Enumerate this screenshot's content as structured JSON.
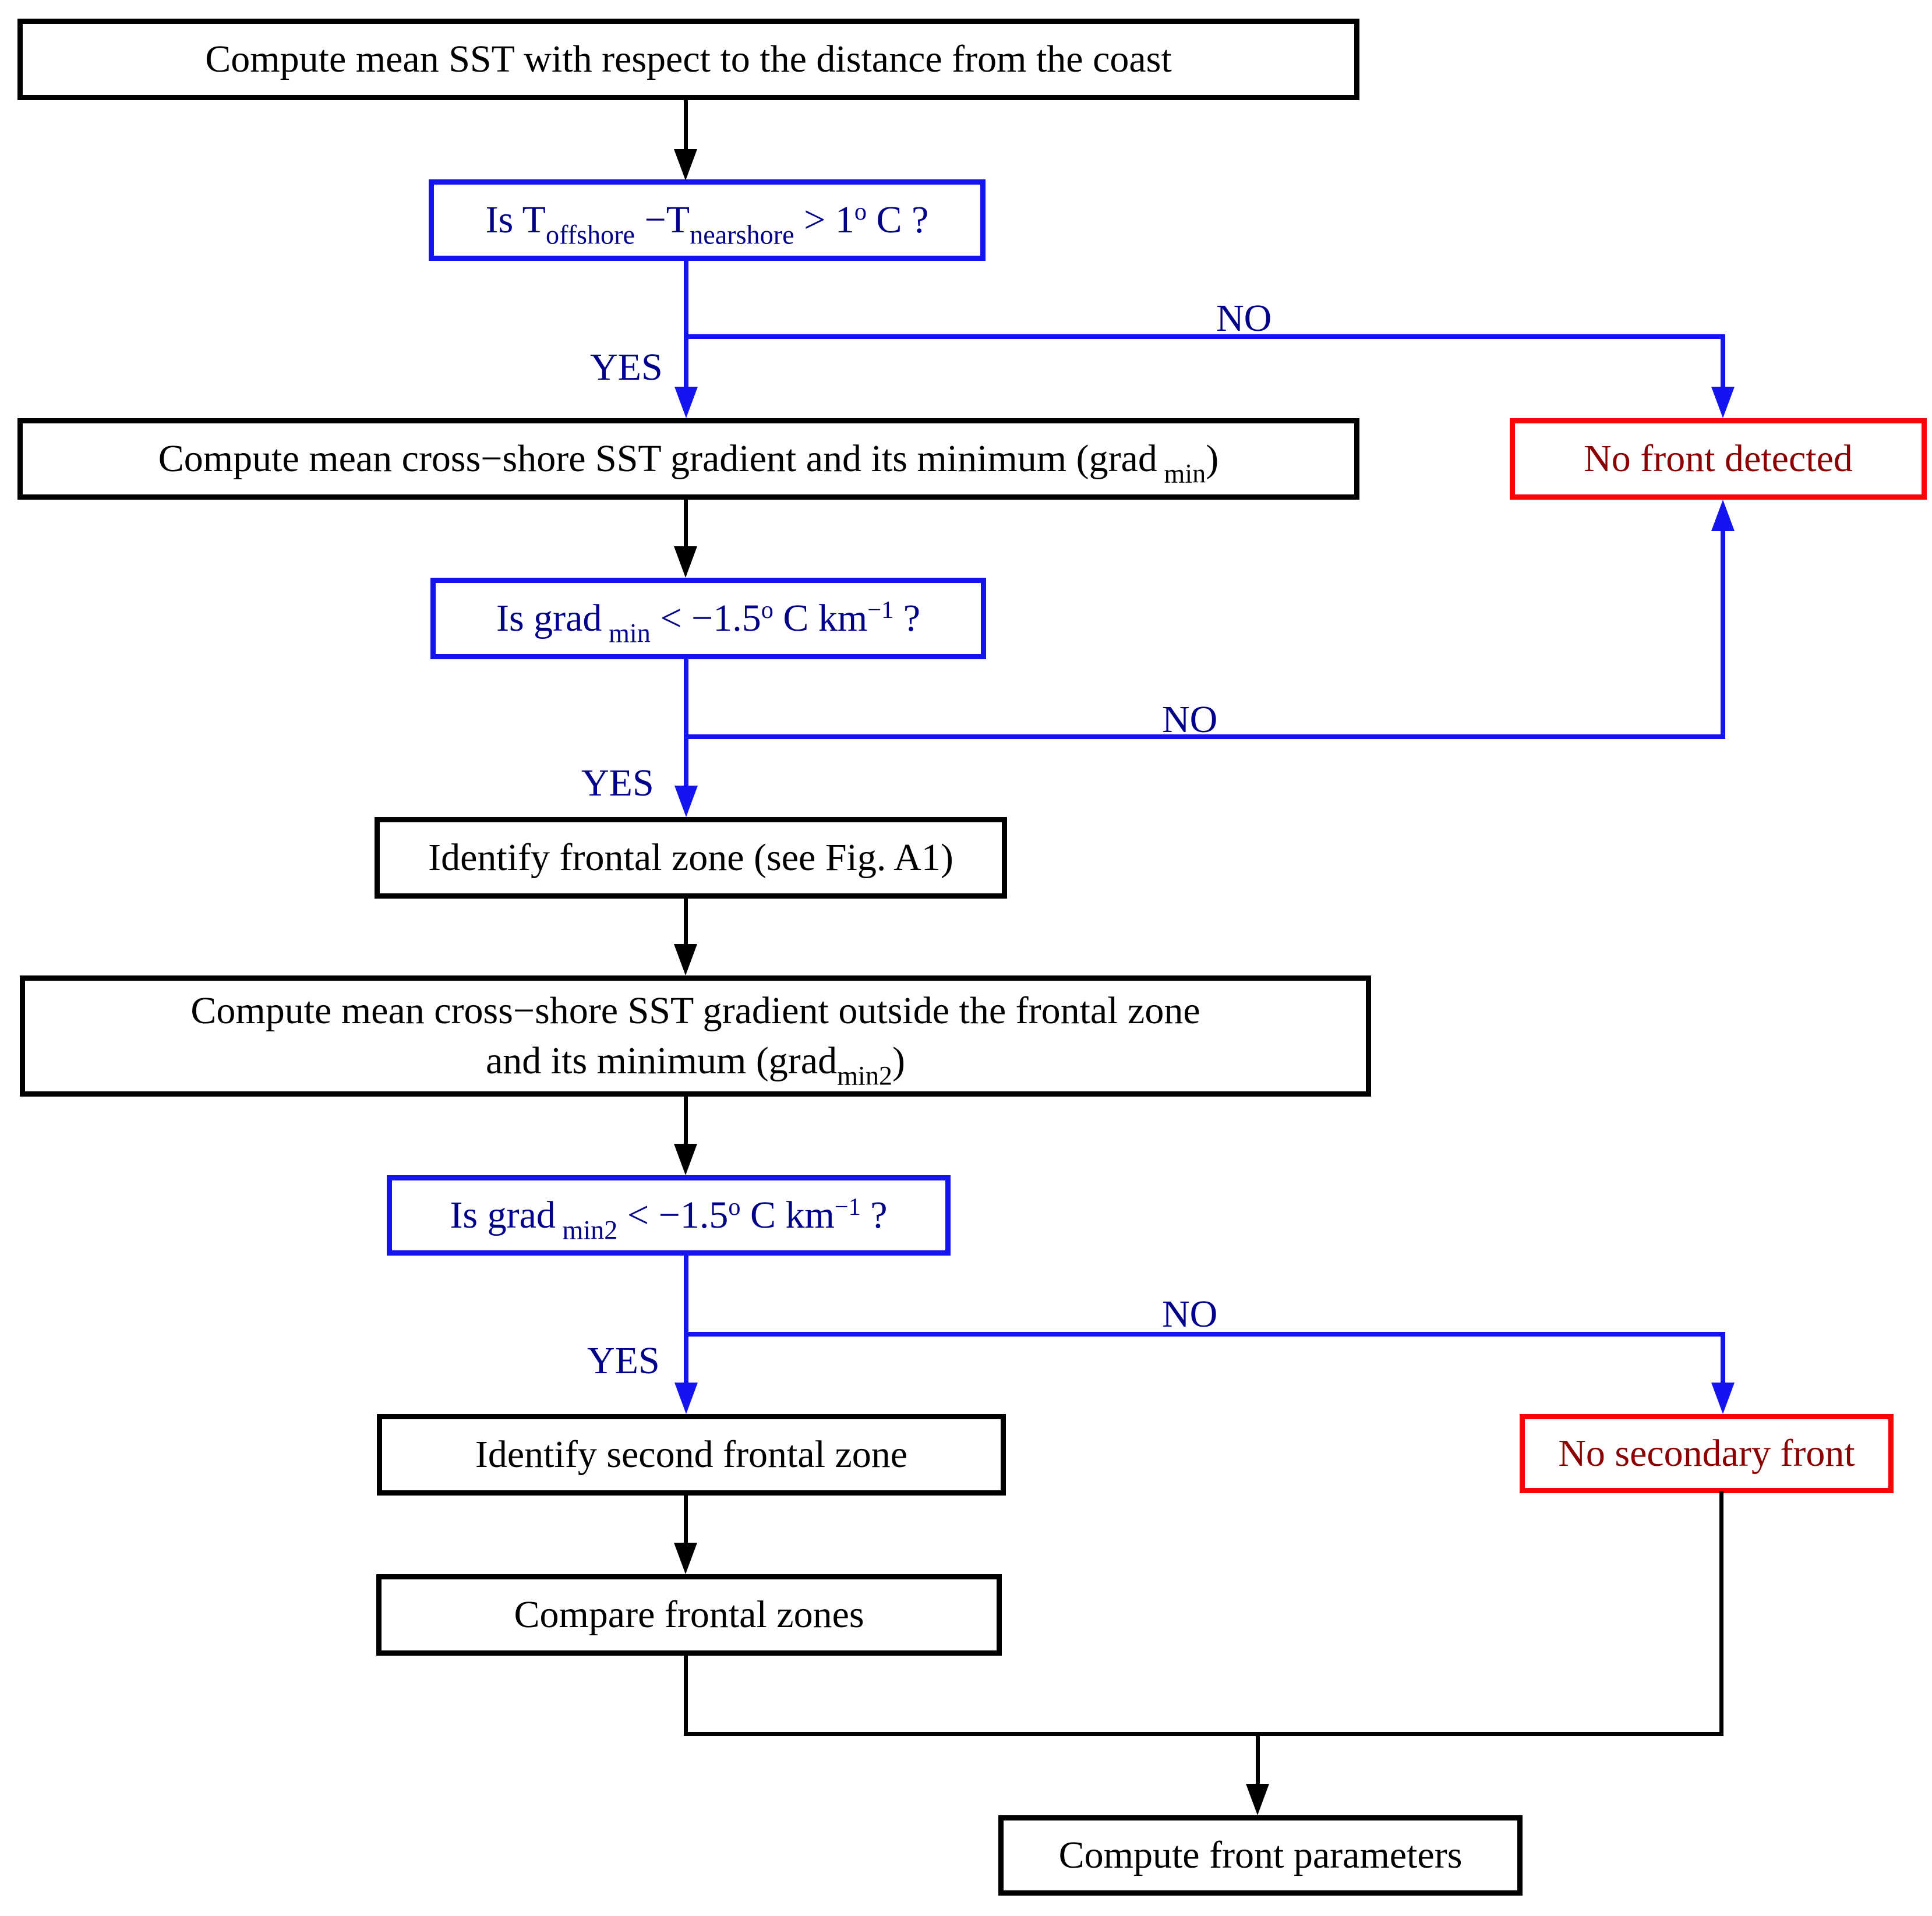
{
  "colors": {
    "connector_blue": "#1414f0",
    "label_blue": "#00008b",
    "border_red": "#fb0404",
    "text_dark_red": "#8b0000",
    "black": "#000000",
    "background": "#ffffff"
  },
  "labels": {
    "yes": "YES",
    "no": "NO"
  },
  "nodes": {
    "compute_mean_sst": {
      "text": "Compute mean SST with respect to the distance from the coast"
    },
    "decision_temp_diff": {
      "p1": "Is T",
      "sub1": "offshore",
      "p2": " −T",
      "sub2": "nearshore",
      "p3": " > 1",
      "sup1": "o",
      "p4": " C ?"
    },
    "no_front_detected": {
      "text": "No front detected"
    },
    "compute_gradient": {
      "p1": "Compute mean cross−shore SST gradient and its minimum (grad",
      "sub1": " min",
      "p2": ")"
    },
    "decision_gradmin": {
      "p1": "Is grad",
      "sub1": " min",
      "p2": " < −1.5",
      "sup1": "o",
      "p3": " C km",
      "sup2": "−1",
      "p4": " ?"
    },
    "identify_frontal_zone": {
      "text": "Identify frontal zone (see Fig. A1)"
    },
    "compute_gradient_outside": {
      "line1": "Compute mean cross−shore SST gradient outside the frontal zone",
      "line2_p1": "and its minimum (grad",
      "sub1": "min2",
      "line2_p2": ")"
    },
    "decision_gradmin2": {
      "p1": "Is grad",
      "sub1": " min2",
      "p2": " < −1.5",
      "sup1": "o",
      "p3": " C km",
      "sup2": "−1",
      "p4": " ?"
    },
    "identify_second_frontal_zone": {
      "text": "Identify second frontal zone"
    },
    "no_secondary_front": {
      "text": "No secondary front"
    },
    "compare_frontal_zones": {
      "text": "Compare frontal zones"
    },
    "compute_front_parameters": {
      "text": "Compute front parameters"
    }
  }
}
